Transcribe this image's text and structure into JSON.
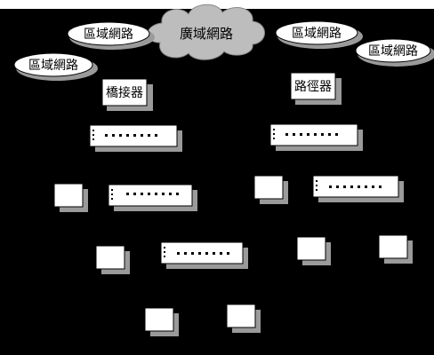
{
  "labels": {
    "wan": "廣域網路",
    "lan_left_top": "區域網路",
    "lan_left": "區域網路",
    "lan_right_top": "區域網路",
    "lan_right": "區域網路",
    "bridge": "橋接器",
    "router": "路徑器"
  },
  "colors": {
    "background": "#000000",
    "cloud": "#bdbdbd",
    "bubble": "#ffffff",
    "shadow": "#9a9a9a",
    "device": "#ffffff"
  }
}
